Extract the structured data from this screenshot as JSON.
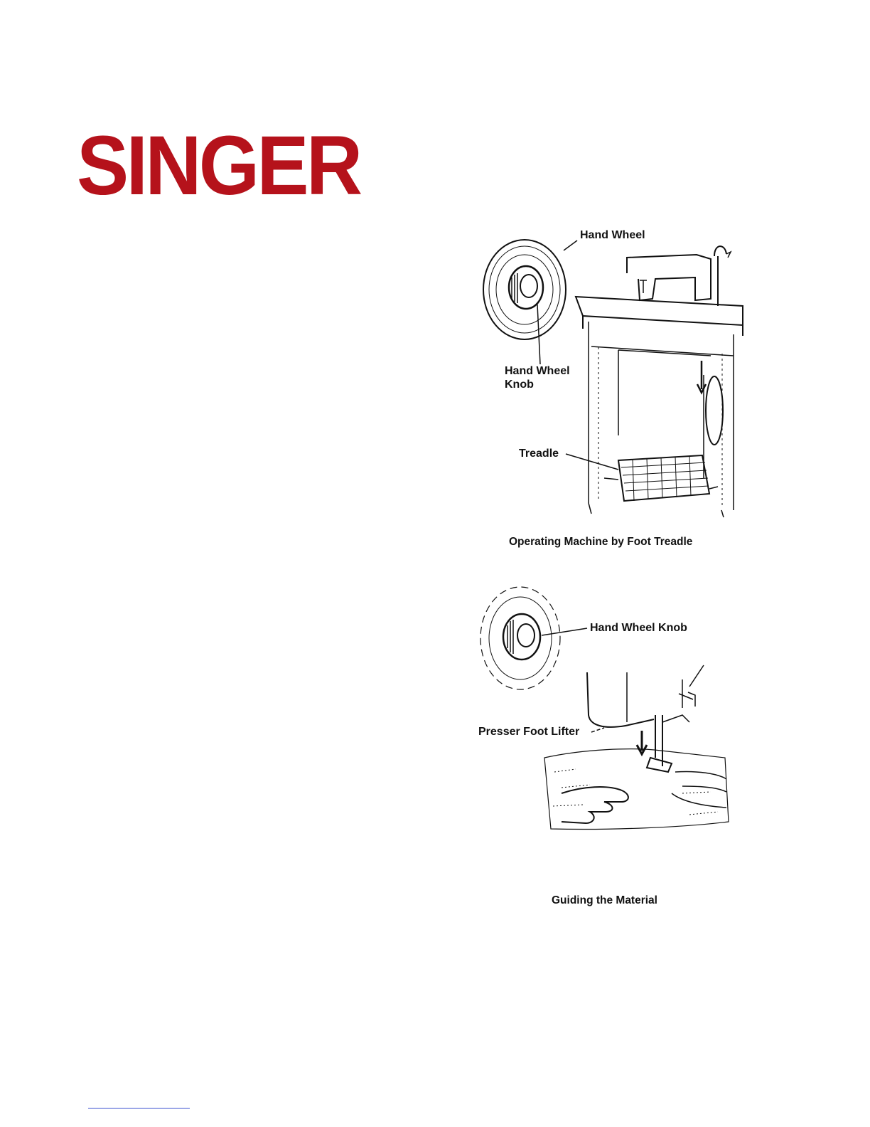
{
  "brand": {
    "logo_text": "SINGER",
    "logo_color": "#b5121b"
  },
  "figures": [
    {
      "caption": "Operating Machine by Foot Treadle",
      "callouts": {
        "hand_wheel": "Hand Wheel",
        "hand_wheel_knob_line1": "Hand Wheel",
        "hand_wheel_knob_line2": "Knob",
        "treadle": "Treadle"
      }
    },
    {
      "caption": "Guiding the Material",
      "callouts": {
        "hand_wheel_knob": "Hand Wheel Knob",
        "presser_foot_lifter": "Presser Foot Lifter"
      }
    }
  ],
  "colors": {
    "ink": "#111111",
    "footer_rule": "#3a4fd0"
  }
}
